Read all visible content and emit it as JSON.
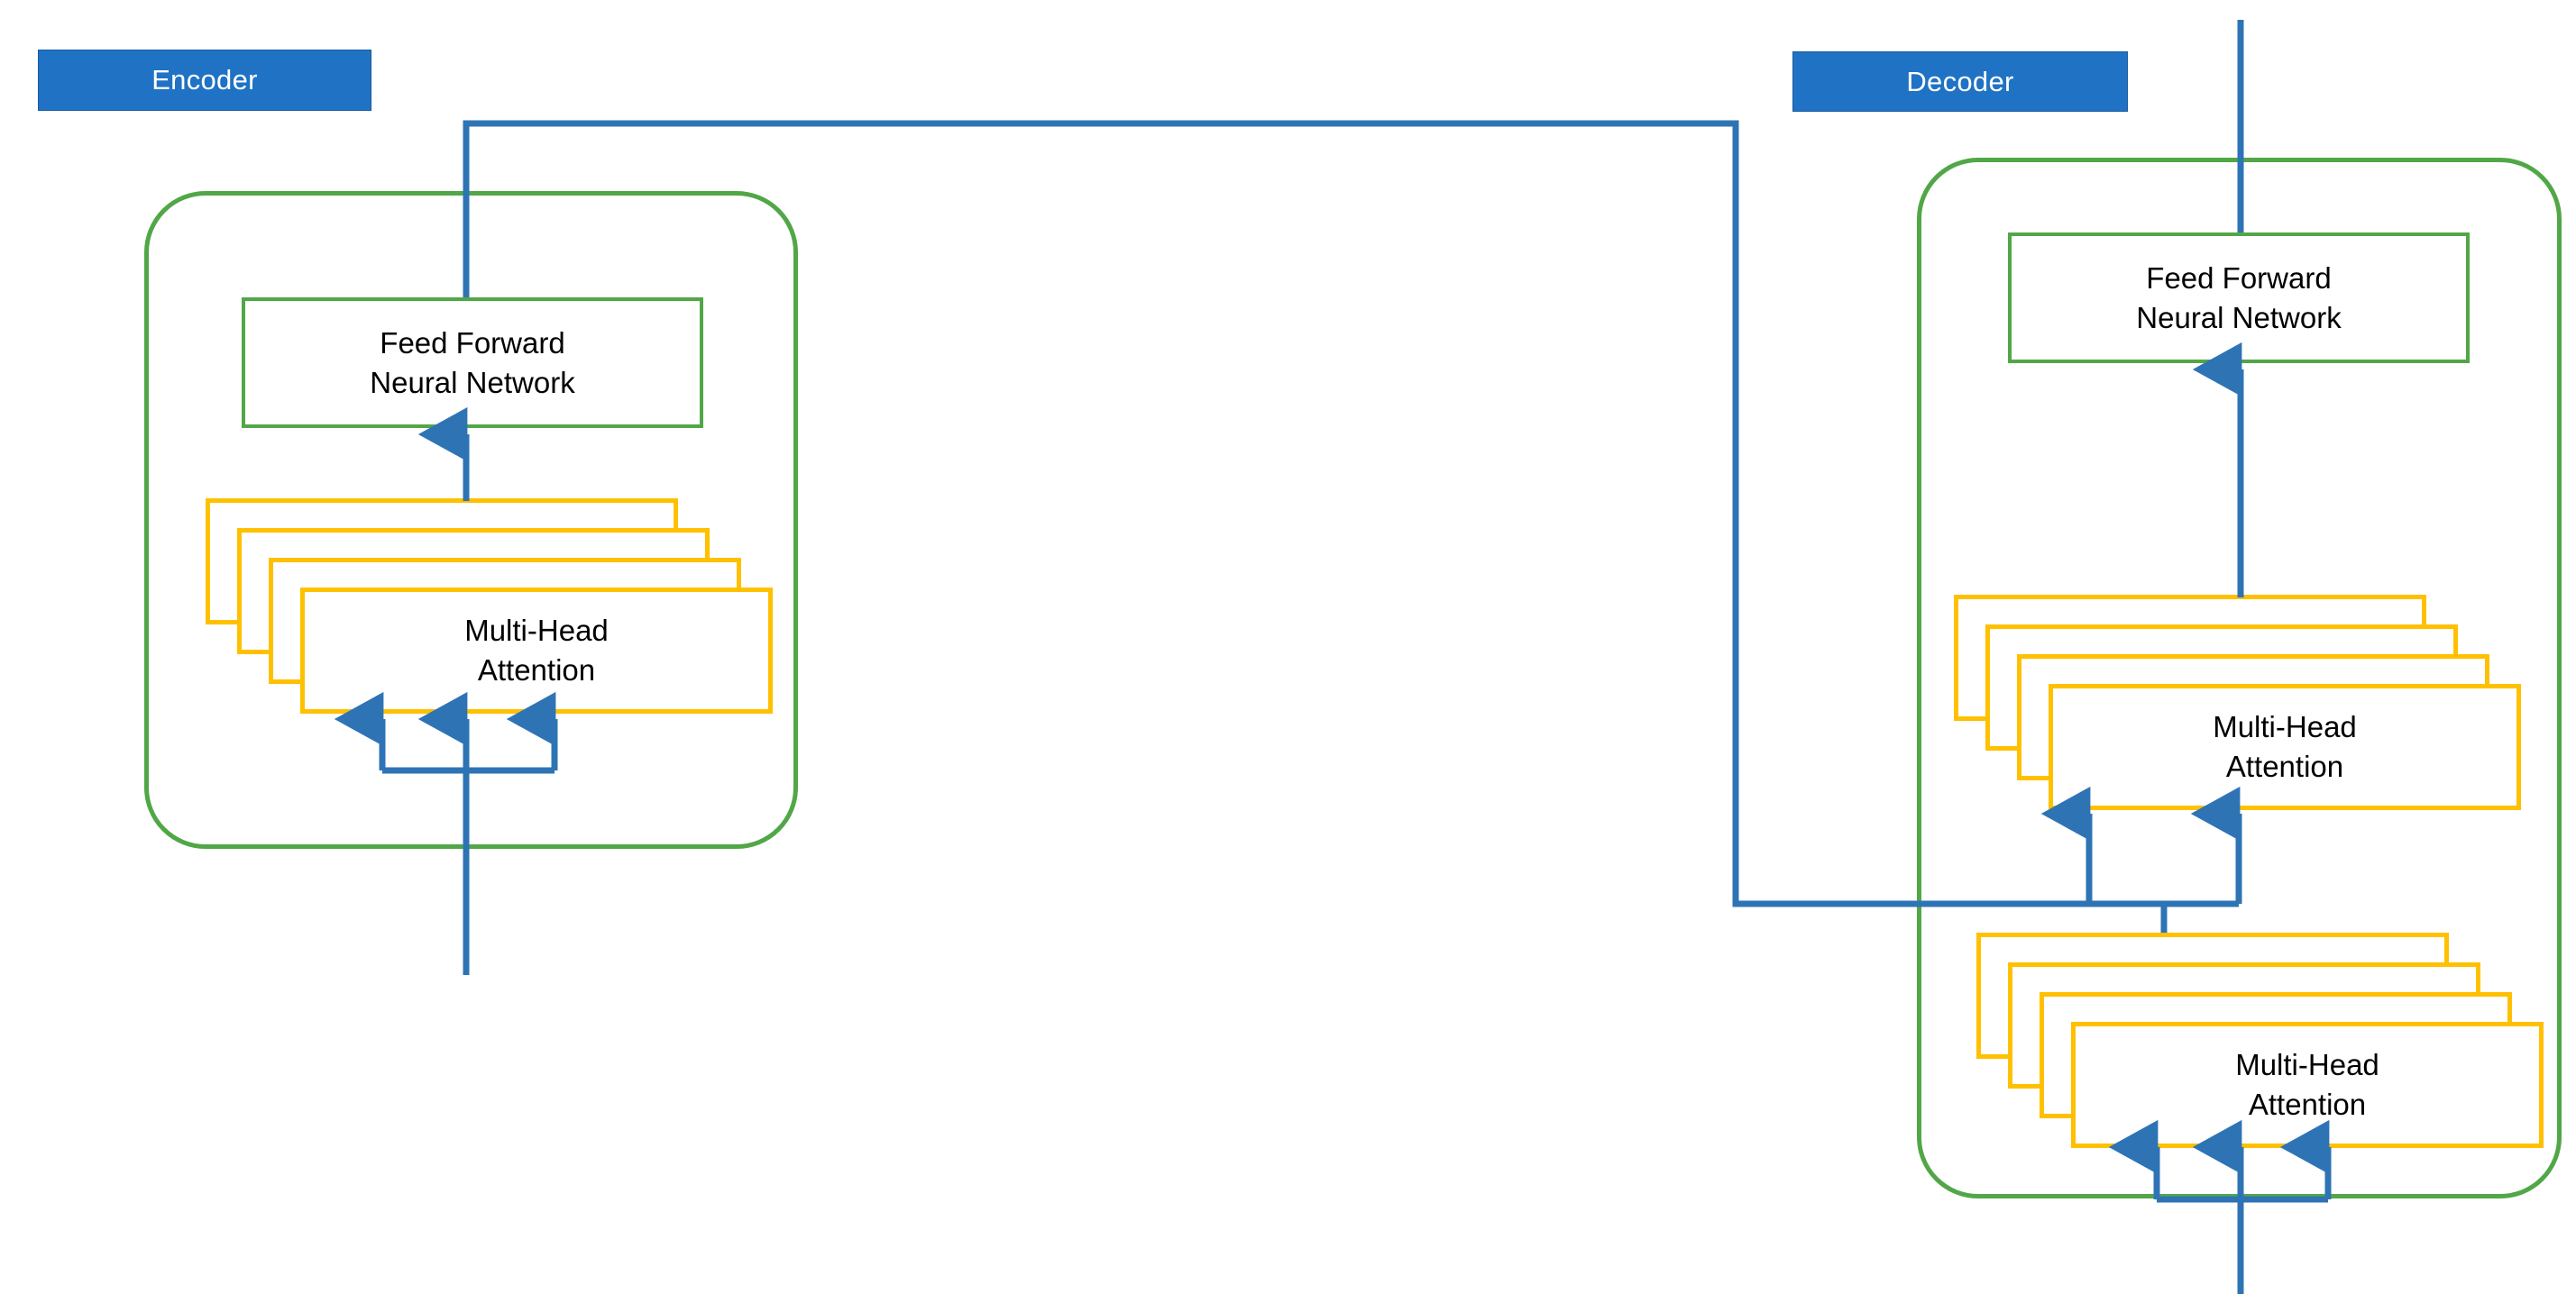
{
  "diagram": {
    "title_hidden": "",
    "colors": {
      "label_fill": "#2072C4",
      "label_text": "#FFFFFF",
      "container_border": "#51A747",
      "ffnn_border": "#51A747",
      "attention_border": "#FFC000",
      "arrow": "#2E74B5",
      "background": "#FFFFFF"
    },
    "labels": {
      "encoder": "Encoder",
      "decoder": "Decoder"
    },
    "encoder": {
      "ffnn": "Feed Forward\nNeural Network",
      "ffnn_line1": "Feed Forward",
      "ffnn_line2": "Neural Network",
      "attention": "Multi-Head\nAttention",
      "attention_line1": "Multi-Head",
      "attention_line2": "Attention",
      "stack_depth": 4,
      "attention_input_arrows": 3
    },
    "decoder": {
      "ffnn": "Feed Forward\nNeural Network",
      "ffnn_line1": "Feed Forward",
      "ffnn_line2": "Neural Network",
      "cross_attention": "Multi-Head\nAttention",
      "cross_attention_line1": "Multi-Head",
      "cross_attention_line2": "Attention",
      "cross_attention_stack_depth": 4,
      "cross_attention_input_arrows": 2,
      "self_attention": "Multi-Head\nAttention",
      "self_attention_line1": "Multi-Head",
      "self_attention_line2": "Attention",
      "self_attention_stack_depth": 4,
      "self_attention_input_arrows": 3
    },
    "connections": [
      "encoder-output-to-decoder-cross-attention",
      "encoder-input-split-to-three-attention-inputs",
      "encoder-attention-to-encoder-ffnn",
      "decoder-input-split-to-three-self-attention-inputs",
      "decoder-self-attention-to-cross-attention",
      "decoder-cross-attention-to-decoder-ffnn",
      "decoder-ffnn-to-output"
    ]
  }
}
